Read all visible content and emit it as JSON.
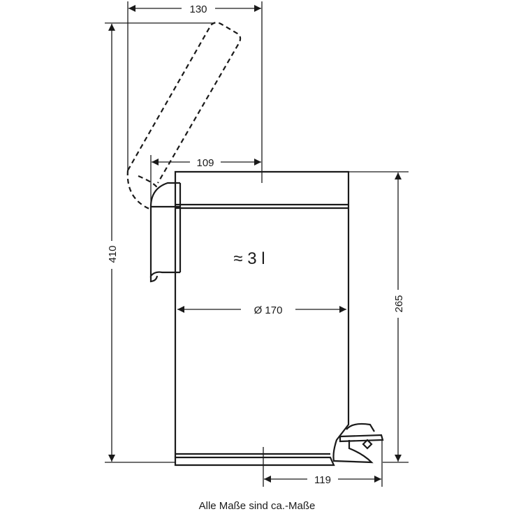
{
  "dimensions": {
    "lid_open_width": "130",
    "lid_width": "109",
    "total_height_open": "410",
    "body_height": "265",
    "diameter": "Ø 170",
    "depth_with_pedal": "119"
  },
  "volume_label": "≈ 3 l",
  "caption": "Alle Maße sind ca.-Maße",
  "colors": {
    "line": "#1a1a1a",
    "background": "#ffffff"
  }
}
